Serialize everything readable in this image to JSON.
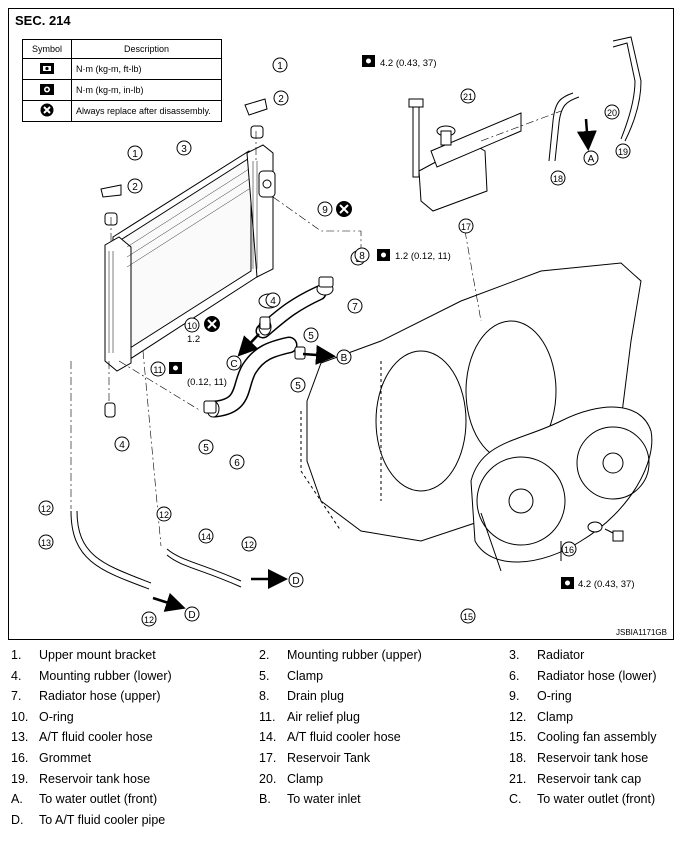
{
  "section": "SEC. 214",
  "symbol_table": {
    "header_symbol": "Symbol",
    "header_description": "Description",
    "rows": [
      {
        "icon": "torque-wrench-icon",
        "description": "N·m (kg-m, ft-lb)"
      },
      {
        "icon": "torque-wrench-filled-icon",
        "description": "N·m (kg-m, in-lb)"
      },
      {
        "icon": "always-replace-icon",
        "description": "Always replace after disassembly."
      }
    ]
  },
  "torque_specs": {
    "reservoir_bolt": "4.2 (0.43, 37)",
    "drain_plug": "1.2 (0.12, 11)",
    "air_relief_line1": "1.2",
    "air_relief_line2": "(0.12, 11)",
    "fan_bolt": "4.2 (0.43, 37)"
  },
  "callouts": {
    "n1": "1",
    "n2": "2",
    "n3": "3",
    "n4": "4",
    "n5": "5",
    "n6": "6",
    "n7": "7",
    "n8": "8",
    "n9": "9",
    "n10": "10",
    "n11": "11",
    "n12": "12",
    "n13": "13",
    "n14": "14",
    "n15": "15",
    "n16": "16",
    "n17": "17",
    "n18": "18",
    "n19": "19",
    "n20": "20",
    "n21": "21",
    "A": "A",
    "B": "B",
    "C": "C",
    "D": "D"
  },
  "figure_code": "JSBIA1171GB",
  "legend": [
    [
      {
        "k": "1.",
        "v": "Upper mount bracket"
      },
      {
        "k": "2.",
        "v": "Mounting rubber (upper)"
      },
      {
        "k": "3.",
        "v": "Radiator"
      }
    ],
    [
      {
        "k": "4.",
        "v": "Mounting rubber (lower)"
      },
      {
        "k": "5.",
        "v": "Clamp"
      },
      {
        "k": "6.",
        "v": "Radiator hose (lower)"
      }
    ],
    [
      {
        "k": "7.",
        "v": "Radiator hose (upper)"
      },
      {
        "k": "8.",
        "v": "Drain plug"
      },
      {
        "k": "9.",
        "v": "O-ring"
      }
    ],
    [
      {
        "k": "10.",
        "v": "O-ring"
      },
      {
        "k": "11.",
        "v": "Air relief plug"
      },
      {
        "k": "12.",
        "v": "Clamp"
      }
    ],
    [
      {
        "k": "13.",
        "v": "A/T fluid cooler hose"
      },
      {
        "k": "14.",
        "v": "A/T fluid cooler hose"
      },
      {
        "k": "15.",
        "v": "Cooling fan assembly"
      }
    ],
    [
      {
        "k": "16.",
        "v": "Grommet"
      },
      {
        "k": "17.",
        "v": "Reservoir Tank"
      },
      {
        "k": "18.",
        "v": "Reservoir tank hose"
      }
    ],
    [
      {
        "k": "19.",
        "v": "Reservoir tank hose"
      },
      {
        "k": "20.",
        "v": "Clamp"
      },
      {
        "k": "21.",
        "v": "Reservoir tank cap"
      }
    ],
    [
      {
        "k": "A.",
        "v": "To water outlet (front)"
      },
      {
        "k": "B.",
        "v": "To water inlet"
      },
      {
        "k": "C.",
        "v": "To water outlet (front)"
      }
    ],
    [
      {
        "k": "D.",
        "v": "To A/T fluid cooler pipe"
      }
    ]
  ]
}
